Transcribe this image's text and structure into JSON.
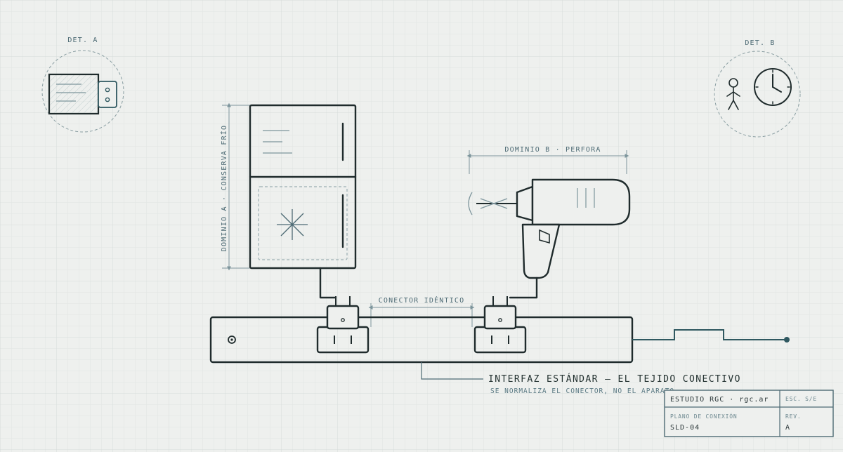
{
  "details": {
    "a_label": "DET. A",
    "b_label": "DET. B"
  },
  "dimensions": {
    "domain_a": "DOMINIO A · CONSERVA FRÍO",
    "domain_b": "DOMINIO B · PERFORA",
    "connector": "CONECTOR IDÉNTICO"
  },
  "caption": {
    "title": "INTERFAZ ESTÁNDAR — EL TEJIDO CONECTIVO",
    "subtitle": "SE NORMALIZA EL CONECTOR, NO EL APARATO"
  },
  "title_block": {
    "studio": "ESTUDIO RGC · rgc.ar",
    "scale": "ESC. S/E",
    "plan_label": "PLANO DE CONEXIÓN",
    "plan_code": "SLD-04",
    "rev_label": "REV.",
    "rev_value": "A"
  },
  "colors": {
    "ink": "#1f2b2c",
    "accent": "#2f5860",
    "paper": "#eef0ee"
  }
}
